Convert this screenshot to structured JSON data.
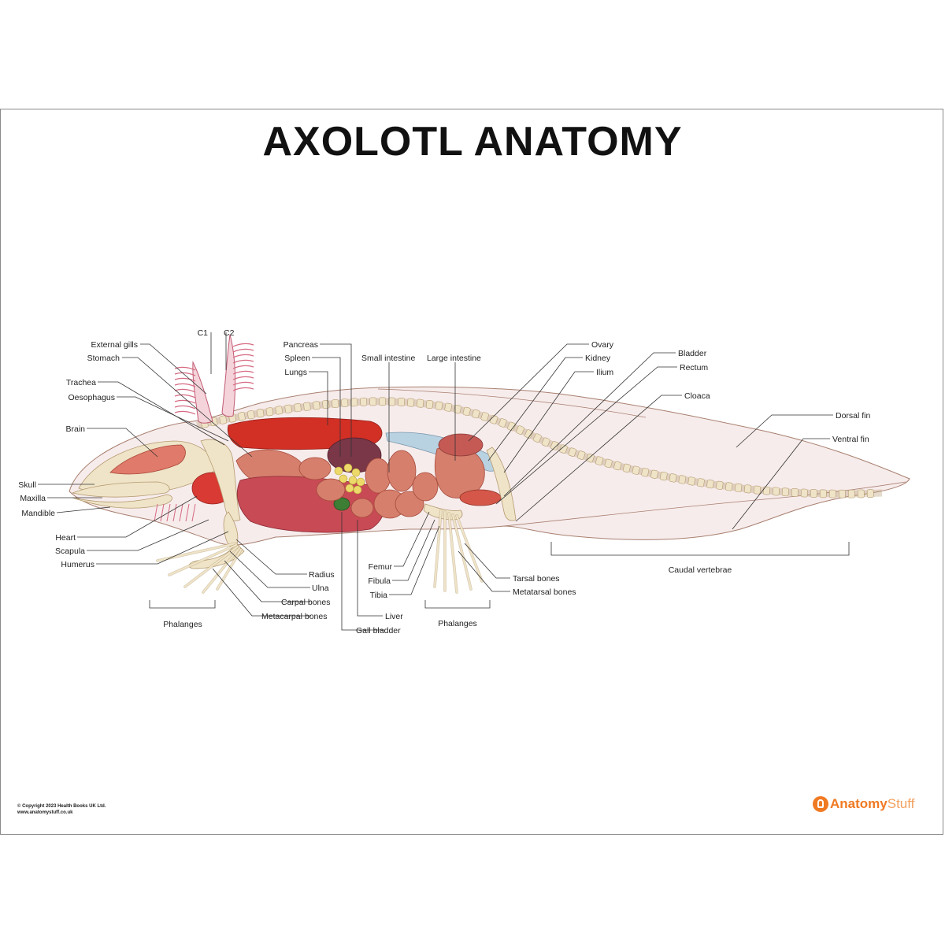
{
  "title": "AXOLOTL ANATOMY",
  "copyright": [
    "© Copyright 2023 Health Books UK Ltd.",
    "www.anatomystuff.co.uk"
  ],
  "logo": {
    "brand": "Anatomy",
    "suffix": "Stuff",
    "accent_color": "#f07a22",
    "icon": "anatomy-logo-icon"
  },
  "colors": {
    "body_fill": "#f7ecec",
    "body_outline": "#a88070",
    "bone": "#efe4c8",
    "bone_outline": "#b49a70",
    "organ_red": "#d8433a",
    "lung_red": "#d22f25",
    "liver": "#c84a55",
    "intestine": "#d67f6d",
    "spleen": "#7a3748",
    "pancreas": "#ecd96a",
    "gall_bladder": "#3d7d34",
    "kidney": "#b9d2e2",
    "gills": "#d66a82"
  },
  "labels": {
    "external_gills": "External gills",
    "stomach": "Stomach",
    "trachea": "Trachea",
    "oesophagus": "Oesophagus",
    "brain": "Brain",
    "skull": "Skull",
    "maxilla": "Maxilla",
    "mandible": "Mandible",
    "heart": "Heart",
    "scapula": "Scapula",
    "humerus": "Humerus",
    "c1": "C1",
    "c2": "C2",
    "pancreas": "Pancreas",
    "spleen": "Spleen",
    "lungs": "Lungs",
    "small_intestine": "Small intestine",
    "large_intestine": "Large intestine",
    "ovary": "Ovary",
    "kidney": "Kidney",
    "ilium": "Ilium",
    "bladder": "Bladder",
    "rectum": "Rectum",
    "cloaca": "Cloaca",
    "dorsal_fin": "Dorsal fin",
    "ventral_fin": "Ventral fin",
    "caudal_vertebrae": "Caudal vertebrae",
    "radius": "Radius",
    "ulna": "Ulna",
    "carpal_bones": "Carpal bones",
    "metacarpal_bones": "Metacarpal bones",
    "phalanges_front": "Phalanges",
    "liver": "Liver",
    "gall_bladder": "Gall bladder",
    "femur": "Femur",
    "fibula": "Fibula",
    "tibia": "Tibia",
    "tarsal_bones": "Tarsal bones",
    "metatarsal_bones": "Metatarsal bones",
    "phalanges_rear": "Phalanges"
  }
}
